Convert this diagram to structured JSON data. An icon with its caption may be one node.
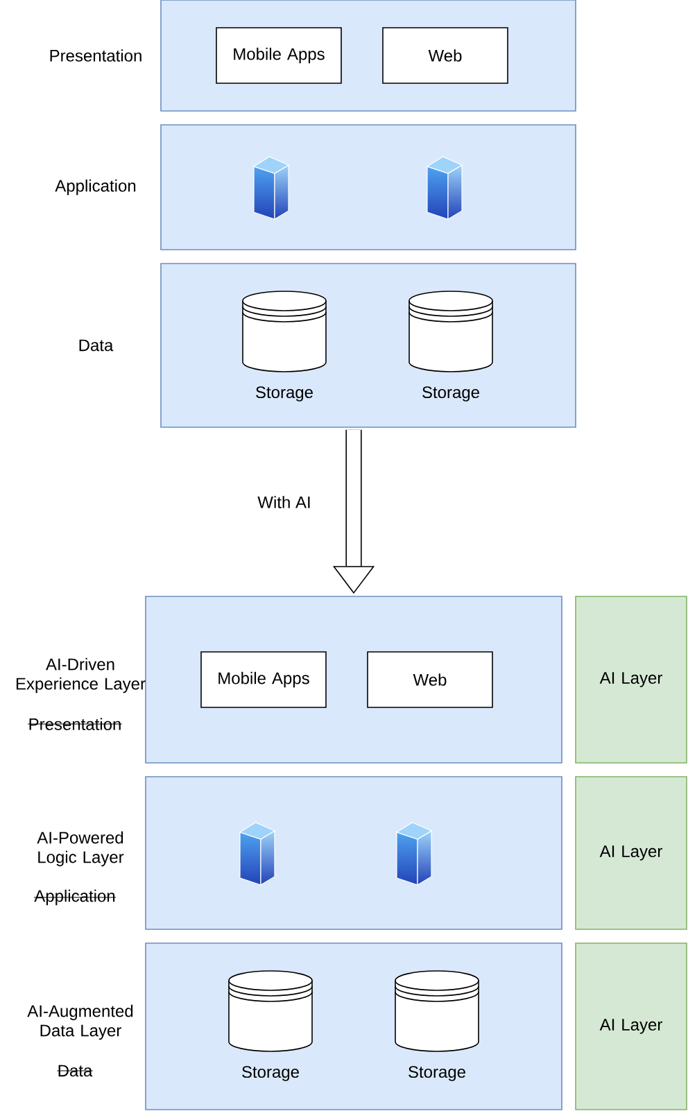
{
  "diagram": {
    "nodes": [
      {
        "text": [
          "Presentation"
        ]
      },
      {
        "text": [
          "Mobile Apps"
        ],
        "in": 0
      },
      {
        "text": [
          "Web"
        ],
        "in": 0
      },
      {
        "text": [
          "Application"
        ]
      },
      {
        "text": [],
        "shape": "server",
        "in": 3
      },
      {
        "text": [],
        "shape": "server",
        "in": 3
      },
      {
        "text": [
          "Data"
        ]
      },
      {
        "text": [],
        "shape": "cylinder",
        "in": 6,
        "beside": [
          "Storage"
        ]
      },
      {
        "text": [],
        "shape": "cylinder",
        "in": 6,
        "beside": [
          "Storage"
        ]
      },
      {
        "text": [
          "AI-Driven Experience Layer",
          "Presentation"
        ]
      },
      {
        "text": [
          "Mobile Apps"
        ],
        "in": 9
      },
      {
        "text": [
          "Web"
        ],
        "in": 9
      },
      {
        "text": [
          "AI Layer"
        ]
      },
      {
        "text": [
          "AI-Powered Logic Layer",
          "Application"
        ]
      },
      {
        "text": [],
        "shape": "server",
        "in": 13
      },
      {
        "text": [],
        "shape": "server",
        "in": 13
      },
      {
        "text": [
          "AI Layer"
        ]
      },
      {
        "text": [
          "AI-Augmented Data Layer",
          "Data"
        ]
      },
      {
        "text": [],
        "shape": "cylinder",
        "in": 17,
        "beside": [
          "Storage"
        ]
      },
      {
        "text": [],
        "shape": "cylinder",
        "in": 17,
        "beside": [
          "Storage"
        ]
      },
      {
        "text": [
          "AI Layer"
        ]
      }
    ],
    "edges": [
      {
        "from": 6,
        "to": 9,
        "arrow": "to",
        "label": "With AI"
      }
    ]
  }
}
